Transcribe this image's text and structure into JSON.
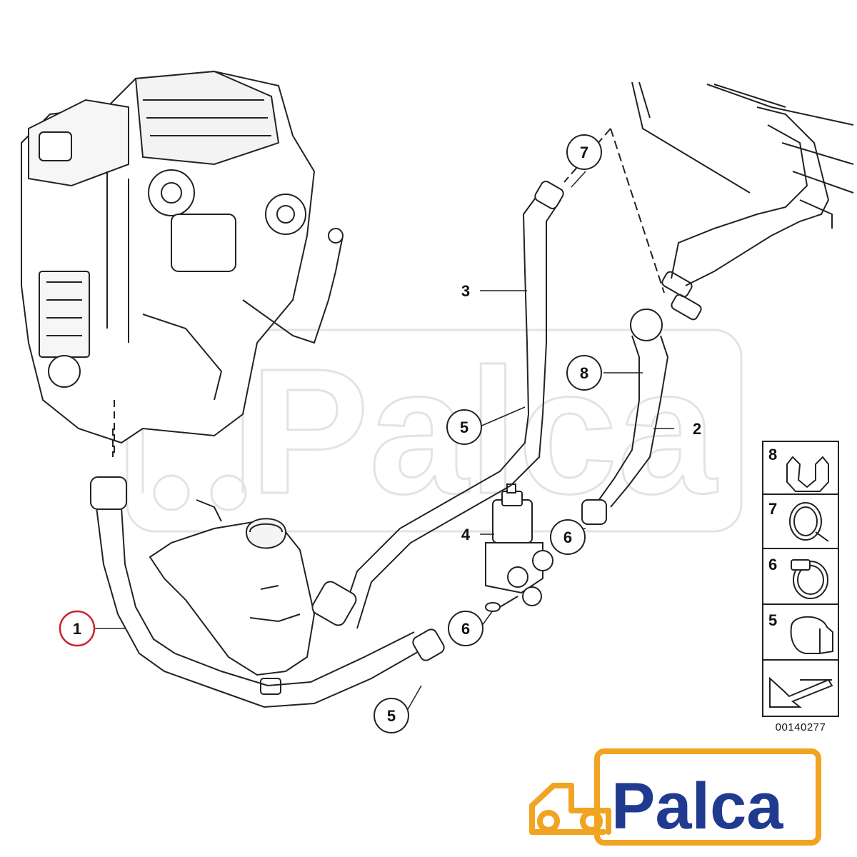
{
  "brand": {
    "name": "Palca",
    "text_color": "#1f3a8f",
    "icon_color": "#f0a421",
    "icon": "car-icon"
  },
  "watermark": {
    "text": "Palca",
    "color": "#e3e3e3"
  },
  "diagram_id": "00140277",
  "callouts": [
    {
      "number": "1",
      "part": "hose",
      "highlighted": true,
      "highlight_color": "#cc1f2b"
    },
    {
      "number": "2",
      "part": "hose"
    },
    {
      "number": "3",
      "part": "hose"
    },
    {
      "number": "4",
      "part": "valve"
    },
    {
      "number": "5",
      "part": "clamp"
    },
    {
      "number": "5",
      "part": "clamp"
    },
    {
      "number": "6",
      "part": "clamp"
    },
    {
      "number": "6",
      "part": "clamp"
    },
    {
      "number": "7",
      "part": "clamp"
    },
    {
      "number": "8",
      "part": "clamp"
    }
  ],
  "legend": [
    {
      "number": "8",
      "icon": "clip-icon"
    },
    {
      "number": "7",
      "icon": "hose-clamp-icon"
    },
    {
      "number": "6",
      "icon": "worm-clamp-icon"
    },
    {
      "number": "5",
      "icon": "clip-icon"
    },
    {
      "number": "",
      "icon": "arrow-icon"
    }
  ]
}
